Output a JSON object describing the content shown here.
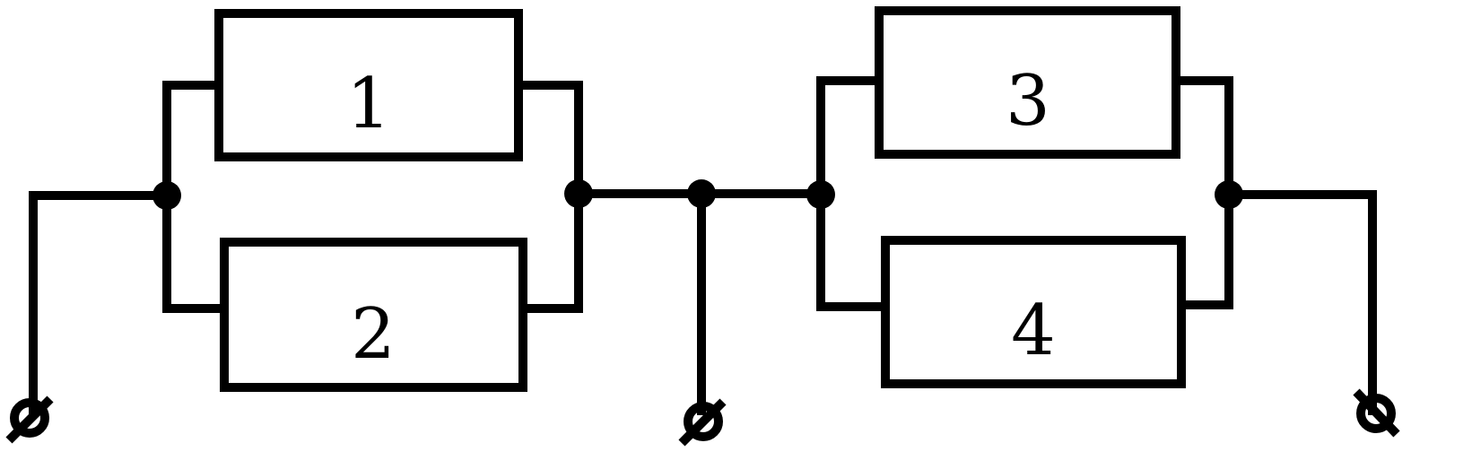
{
  "colors": {
    "stroke": "#000000",
    "background": "#ffffff"
  },
  "resistors": [
    {
      "label": "1"
    },
    {
      "label": "2"
    },
    {
      "label": "3"
    },
    {
      "label": "4"
    }
  ]
}
